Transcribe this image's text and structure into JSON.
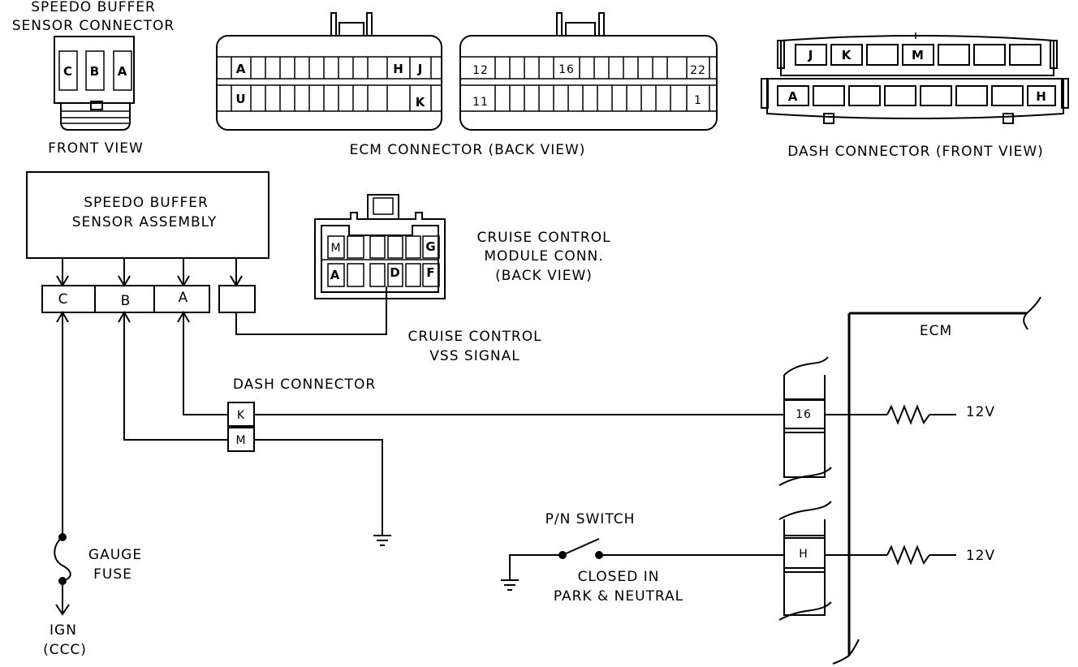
{
  "labels": {
    "speedo_connector_title_1": "SPEEDO BUFFER",
    "speedo_connector_title_2": "SENSOR CONNECTOR",
    "front_view": "FRONT VIEW",
    "ecm_connector": "ECM CONNECTOR (BACK VIEW)",
    "dash_connector_front": "DASH CONNECTOR (FRONT VIEW)",
    "assembly_1": "SPEEDO BUFFER",
    "assembly_2": "SENSOR ASSEMBLY",
    "cruise_conn_1": "CRUISE CONTROL",
    "cruise_conn_2": "MODULE CONN.",
    "cruise_conn_3": "(BACK VIEW)",
    "vss_1": "CRUISE CONTROL",
    "vss_2": "VSS SIGNAL",
    "dash_connector": "DASH CONNECTOR",
    "ecm": "ECM",
    "volt_1": "12V",
    "volt_2": "12V",
    "pn_switch": "P/N SWITCH",
    "closed_1": "CLOSED IN",
    "closed_2": "PARK & NEUTRAL",
    "gauge": "GAUGE",
    "fuse": "FUSE",
    "ign": "IGN",
    "ccc": "(CCC)"
  },
  "pins": {
    "speedo_front": [
      "C",
      "B",
      "A"
    ],
    "ecm_left_top": [
      "A",
      "H",
      "J"
    ],
    "ecm_left_bottom": [
      "U",
      "K"
    ],
    "ecm_right_top": [
      "12",
      "16",
      "22"
    ],
    "ecm_right_bottom": [
      "11",
      "1"
    ],
    "dash_top": [
      "J",
      "K",
      "M"
    ],
    "dash_bottom": [
      "A",
      "H"
    ],
    "cruise_top": [
      "M",
      "G"
    ],
    "cruise_bottom": [
      "A",
      "D",
      "F"
    ],
    "assembly_terminals": [
      "C",
      "B",
      "A"
    ],
    "dash_wire_pins": [
      "K",
      "M"
    ],
    "ecm_wire_pins": [
      "16",
      "H"
    ]
  }
}
